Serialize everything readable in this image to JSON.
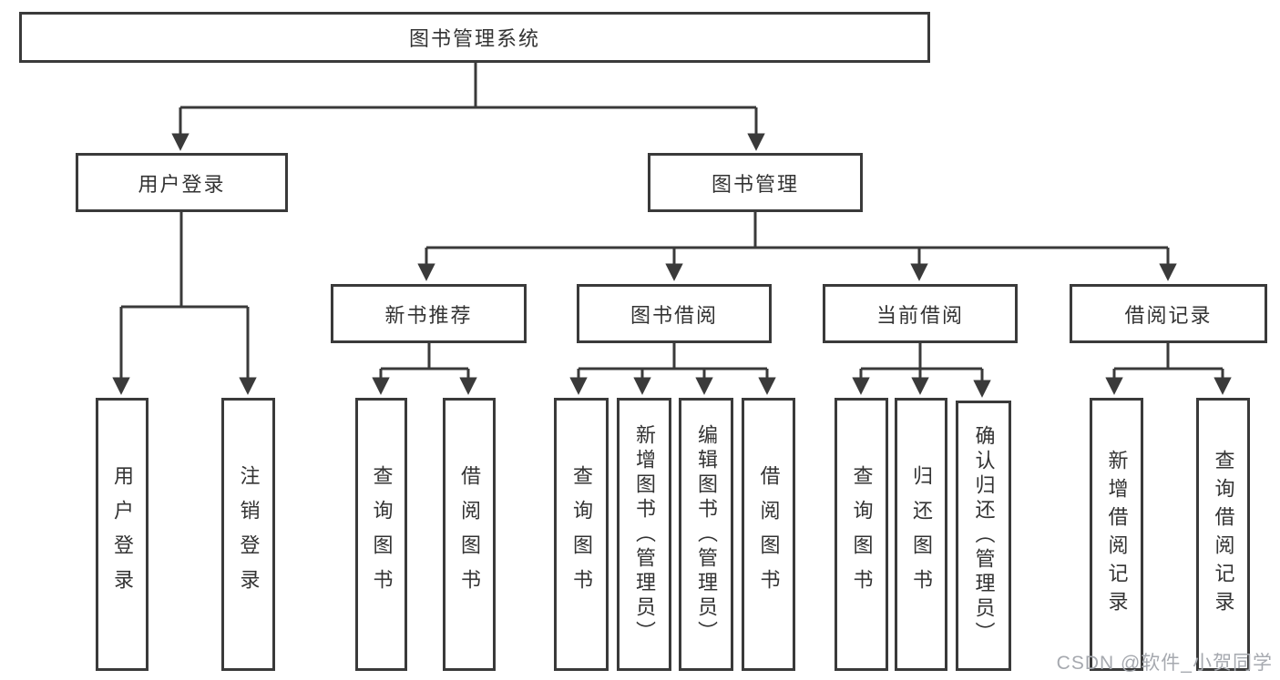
{
  "diagram": {
    "root": {
      "label": "图书管理系统"
    },
    "login": {
      "label": "用户登录",
      "children": [
        {
          "label": "用户登录"
        },
        {
          "label": "注销登录"
        }
      ]
    },
    "management": {
      "label": "图书管理",
      "sections": [
        {
          "label": "新书推荐",
          "children": [
            {
              "label": "查询图书"
            },
            {
              "label": "借阅图书"
            }
          ]
        },
        {
          "label": "图书借阅",
          "children": [
            {
              "label": "查询图书"
            },
            {
              "label": "新增图书（管理员）"
            },
            {
              "label": "编辑图书（管理员）"
            },
            {
              "label": "借阅图书"
            }
          ]
        },
        {
          "label": "当前借阅",
          "children": [
            {
              "label": "查询图书"
            },
            {
              "label": "归还图书"
            },
            {
              "label": "确认归还（管理员）"
            }
          ]
        },
        {
          "label": "借阅记录",
          "children": [
            {
              "label": "新增借阅记录"
            },
            {
              "label": "查询借阅记录"
            }
          ]
        }
      ]
    }
  },
  "colors": {
    "line": "#3a3a3a",
    "text": "#333333",
    "watermark": "#a6a9af",
    "background": "#ffffff"
  },
  "watermark": "CSDN @软件_小贺同学"
}
